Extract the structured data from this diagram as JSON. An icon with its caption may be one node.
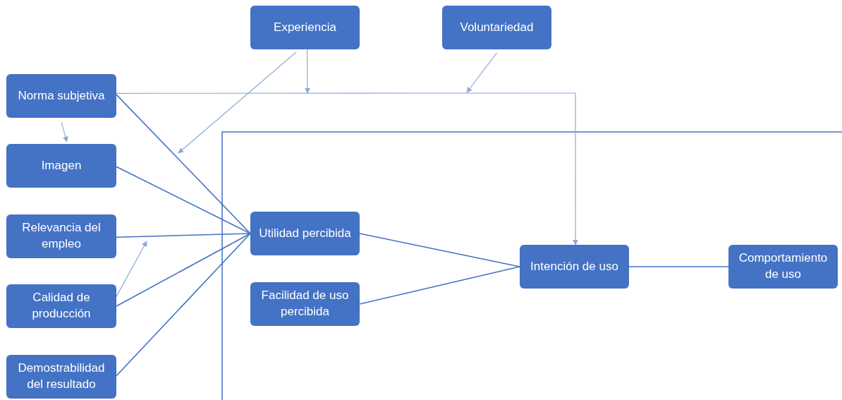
{
  "diagram": {
    "nodes": [
      {
        "text": [
          "Experiencia"
        ]
      },
      {
        "text": [
          "Voluntariedad"
        ]
      },
      {
        "text": [
          "Norma subjetiva"
        ]
      },
      {
        "text": [
          "Imagen"
        ]
      },
      {
        "text": [
          "Relevancia del empleo"
        ]
      },
      {
        "text": [
          "Calidad de producción"
        ]
      },
      {
        "text": [
          "Demostrabilidad del resultado"
        ]
      },
      {
        "text": [
          "Utilidad percibida"
        ]
      },
      {
        "text": [
          "Facilidad de uso percibida"
        ]
      },
      {
        "text": [
          "Intención de uso"
        ]
      },
      {
        "text": [
          "Comportamiento de uso"
        ]
      }
    ],
    "edges": [
      {
        "from": 2,
        "to": 9,
        "arrow": "to",
        "color": "#8eaadb"
      },
      {
        "from": 0,
        "to": null,
        "arrow": "to",
        "color": "#8eaadb"
      },
      {
        "from": 1,
        "to": null,
        "arrow": "to",
        "color": "#8eaadb"
      },
      {
        "from": 0,
        "to": null,
        "arrow": "to",
        "color": "#8eaadb"
      },
      {
        "from": 2,
        "to": 3,
        "arrow": "to",
        "color": "#8eaadb"
      },
      {
        "from": 5,
        "to": null,
        "arrow": "to",
        "color": "#8eaadb"
      },
      {
        "from": 2,
        "to": 7,
        "arrow": "none"
      },
      {
        "from": 3,
        "to": 7,
        "arrow": "none"
      },
      {
        "from": 4,
        "to": 7,
        "arrow": "none"
      },
      {
        "from": 5,
        "to": 7,
        "arrow": "none"
      },
      {
        "from": 6,
        "to": 7,
        "arrow": "none"
      },
      {
        "from": 7,
        "to": 9,
        "arrow": "none"
      },
      {
        "from": 8,
        "to": 9,
        "arrow": "none"
      },
      {
        "from": 9,
        "to": 10,
        "arrow": "none"
      }
    ]
  }
}
